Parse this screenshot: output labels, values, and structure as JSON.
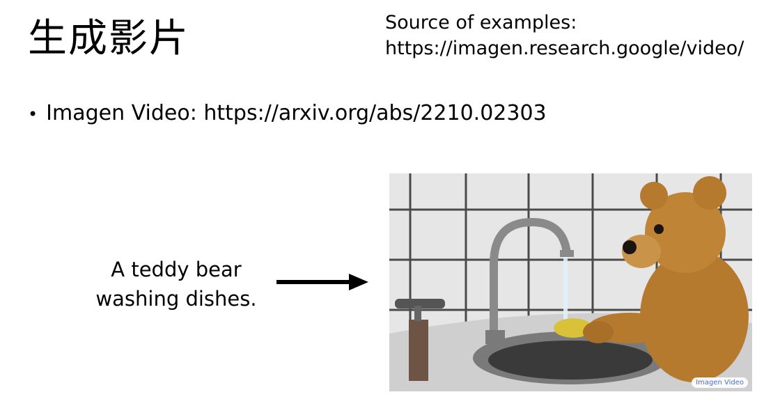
{
  "slide": {
    "title": "生成影片",
    "source_line1": "Source of examples:",
    "source_line2": "https://imagen.research.google/video/",
    "bullet": {
      "marker": "•",
      "text": "Imagen Video: https://arxiv.org/abs/2210.02303"
    },
    "prompt_line1": "A teddy bear",
    "prompt_line2": "washing dishes.",
    "video_badge": "Imagen Video"
  },
  "icons": {
    "arrow": "arrow-right-icon"
  },
  "colors": {
    "text": "#000000",
    "badge_text": "#4a6fd1",
    "bear": "#b57a2e"
  }
}
